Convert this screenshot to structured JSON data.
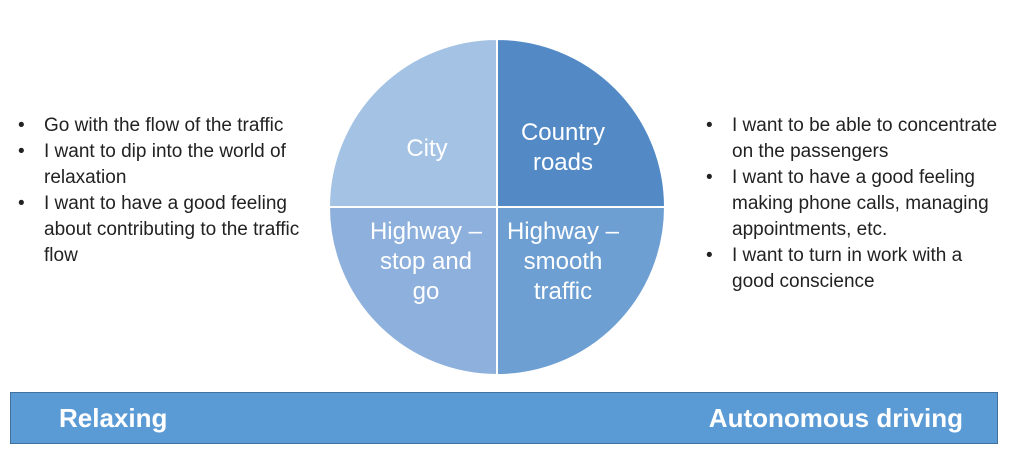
{
  "left_bullets": [
    "Go with the flow of the traffic",
    "I want to dip into the world of relaxation",
    "I want to have a good feeling about contributing to the traffic flow"
  ],
  "right_bullets": [
    "I want to be able to concentrate on the passengers",
    "I want to have a good feeling making phone calls, managing appointments, etc.",
    "I want to turn in work with a good conscience"
  ],
  "quadrants": {
    "city": {
      "label": "City",
      "color": "#a4c2e4"
    },
    "country": {
      "label": "Country\nroads",
      "color": "#538ac6"
    },
    "stop_and_go": {
      "label": "Highway –\nstop and\ngo",
      "color": "#8eb0dc"
    },
    "smooth": {
      "label": "Highway –\nsmooth\ntraffic",
      "color": "#6d9fd2"
    }
  },
  "banner": {
    "left": "Relaxing",
    "right": "Autonomous driving",
    "color": "#5b9bd5"
  }
}
